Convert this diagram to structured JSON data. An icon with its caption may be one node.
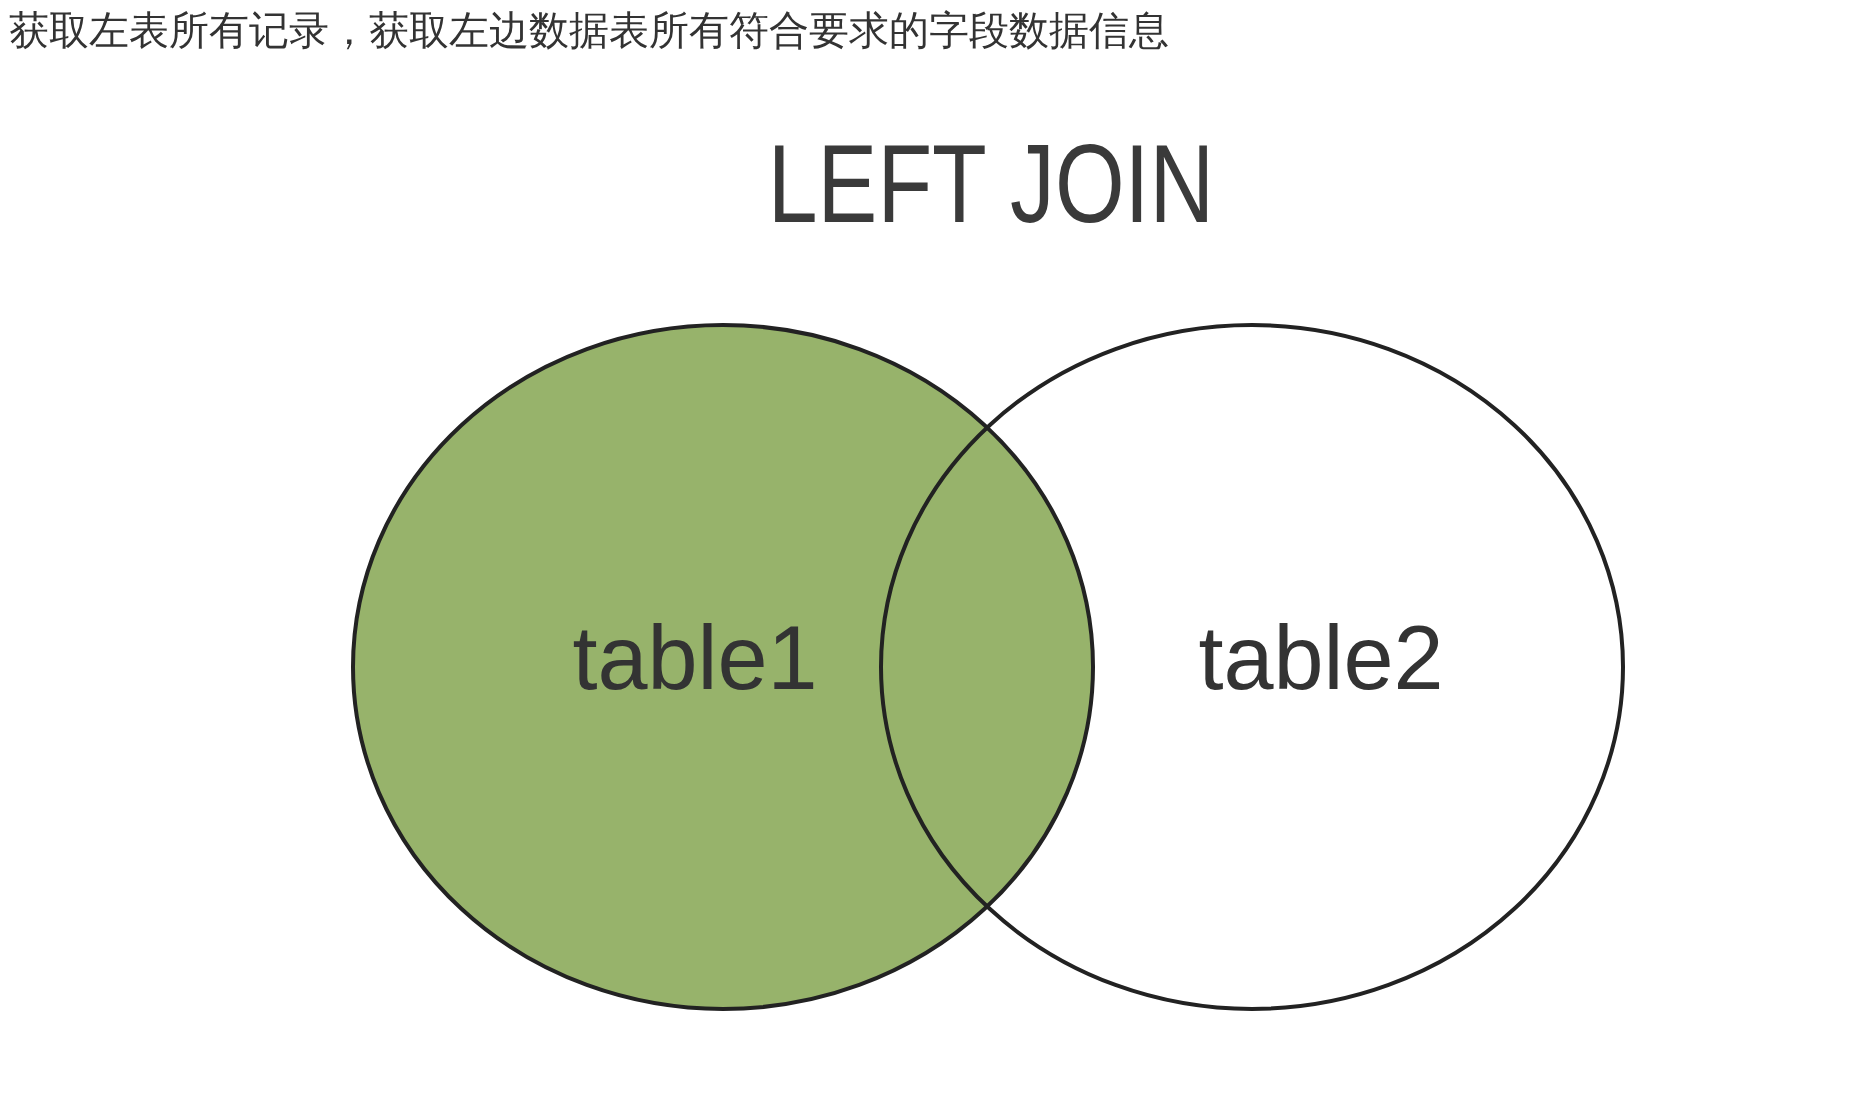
{
  "diagram": {
    "title": "LEFT JOIN",
    "nodes": [
      {
        "text": [
          "table1"
        ]
      },
      {
        "text": [
          "table2"
        ]
      }
    ],
    "labels": [
      "获取左表所有记录，获取左边数据表所有符合要求的字段数据信息"
    ]
  }
}
